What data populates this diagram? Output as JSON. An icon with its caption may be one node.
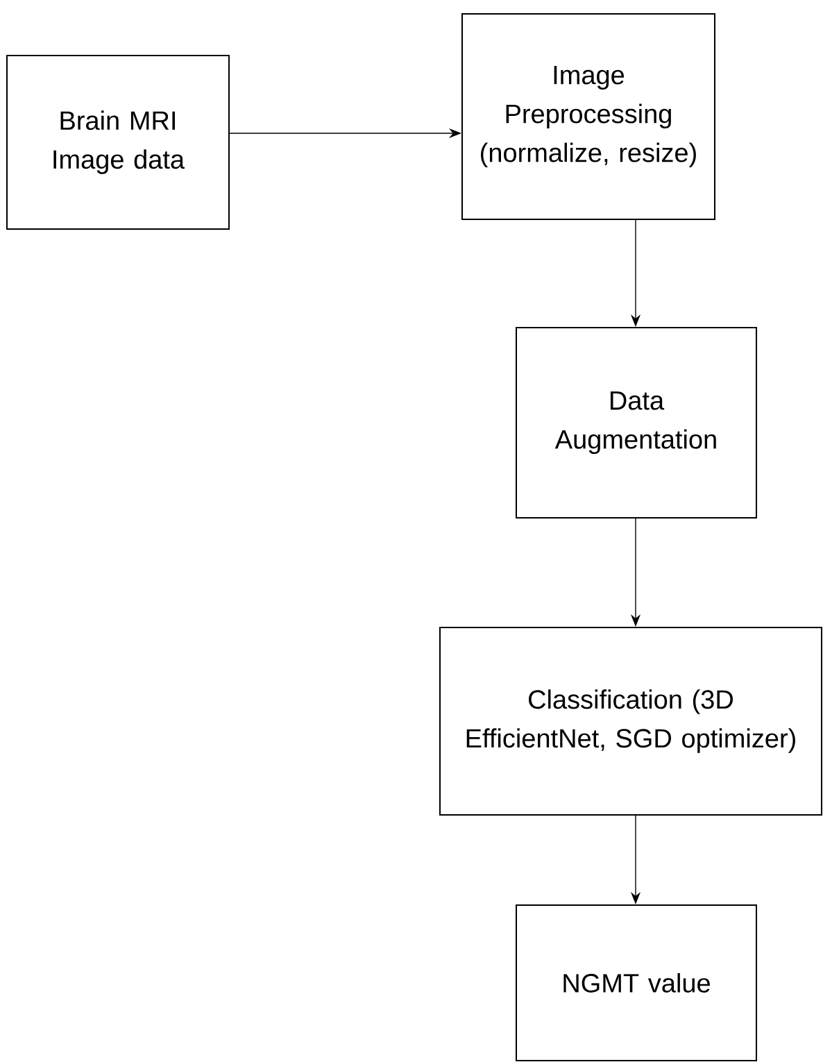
{
  "diagram": {
    "nodes": [
      {
        "text": [
          "Brain MRI Image data"
        ]
      },
      {
        "text": [
          "Image Preprocessing (normalize, resize)"
        ]
      },
      {
        "text": [
          "Data Augmentation"
        ]
      },
      {
        "text": [
          "Classification (3D EfficientNet, SGD optimizer)"
        ]
      },
      {
        "text": [
          "NGMT value"
        ]
      }
    ],
    "edges": [
      {
        "from": 0,
        "to": 1,
        "arrow": "to"
      },
      {
        "from": 1,
        "to": 2,
        "arrow": "to"
      },
      {
        "from": 2,
        "to": 3,
        "arrow": "to"
      },
      {
        "from": 3,
        "to": 4,
        "arrow": "to"
      }
    ]
  }
}
